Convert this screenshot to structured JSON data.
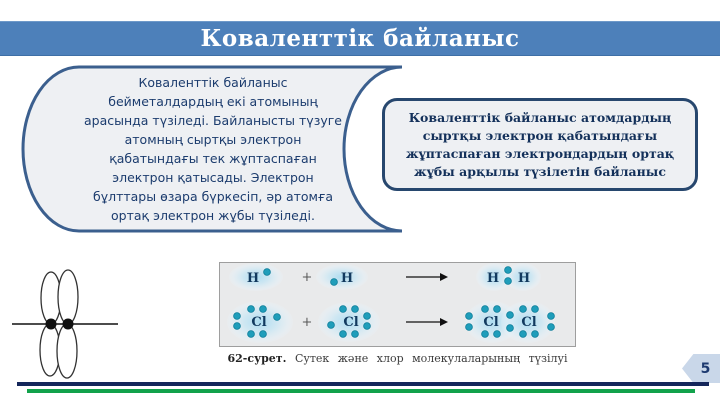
{
  "slide": {
    "title": "Коваленттік байланыс",
    "page_number": "5"
  },
  "left_bubble": {
    "text": "Коваленттік байланыс бейметалдардың екі атомының арасында түзіледі. Байланысты түзуге атомның сыртқы электрон қабатындағы тек жұптаспаған электрон қатысады. Электрон бұлттары өзара бүркесіп, әр атомға ортақ электрон жұбы түзіледі."
  },
  "right_box": {
    "text": "Коваленттік байланыс атомдардың сыртқы электрон қабатындағы жұптаспаған электрондардың ортақ жұбы арқылы түзілетін байланыс"
  },
  "figure": {
    "caption_bold": "62-сурет.",
    "caption_rest": "Сутек және хлор молекулаларының түзілуі",
    "atom_h": "H",
    "atom_cl": "Cl",
    "plus": "+"
  },
  "colors": {
    "header_blue": "#4d80ba",
    "bubble_border": "#3b5f8e",
    "box_border": "#27476e",
    "panel_fill": "#eef0f3",
    "text_navy": "#1c3c6e",
    "electron_dot": "#1f9dba",
    "footer_navy": "#14265a",
    "footer_green": "#12a24b",
    "badge_blue": "#c9d7e9"
  }
}
